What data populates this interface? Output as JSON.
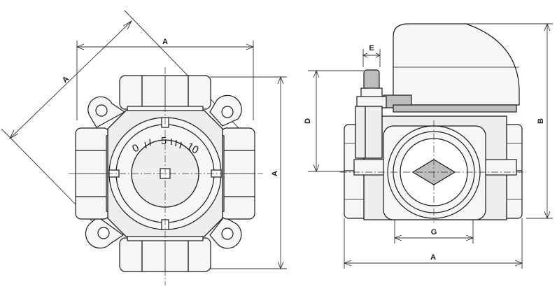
{
  "front_view": {
    "dim_width": "A",
    "dim_height": "A",
    "dim_diagonal": "A",
    "scale_min": "0",
    "scale_mid": "5",
    "scale_max": "10"
  },
  "side_view": {
    "dim_e": "E",
    "dim_d": "D",
    "dim_b": "B",
    "dim_g": "G",
    "dim_a": "A"
  }
}
